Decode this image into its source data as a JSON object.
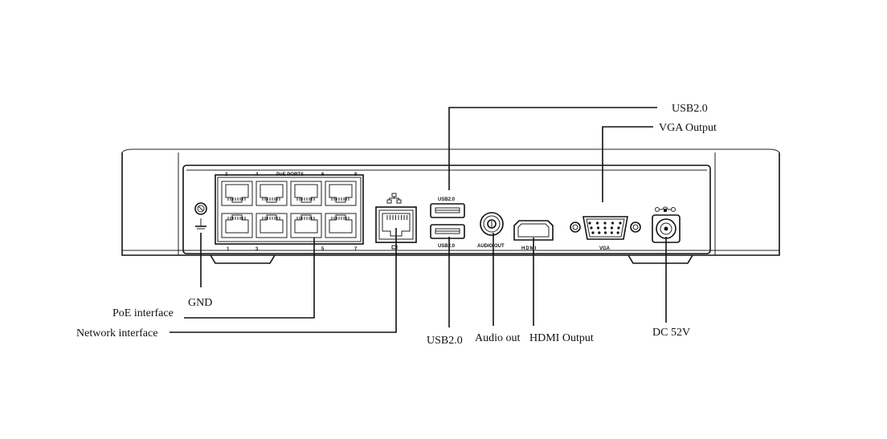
{
  "callouts": {
    "usb_top": "USB2.0",
    "vga": "VGA Output",
    "gnd": "GND",
    "poe": "PoE interface",
    "network": "Network interface",
    "usb_bottom": "USB2.0",
    "audio": "Audio out",
    "hdmi": "HDMI Output",
    "dc": "DC 52V"
  },
  "panel_labels": {
    "poe_ports": "PoE PORTS",
    "port_top_2": "2",
    "port_top_4": "4",
    "port_top_6": "6",
    "port_top_8": "8",
    "port_bot_1": "1",
    "port_bot_3": "3",
    "port_bot_5": "5",
    "port_bot_7": "7",
    "usb_upper": "USB2.0",
    "usb_lower": "USB2.0",
    "audio_out": "AUDIO OUT",
    "hdmi": "HDMI",
    "vga": "VGA"
  }
}
